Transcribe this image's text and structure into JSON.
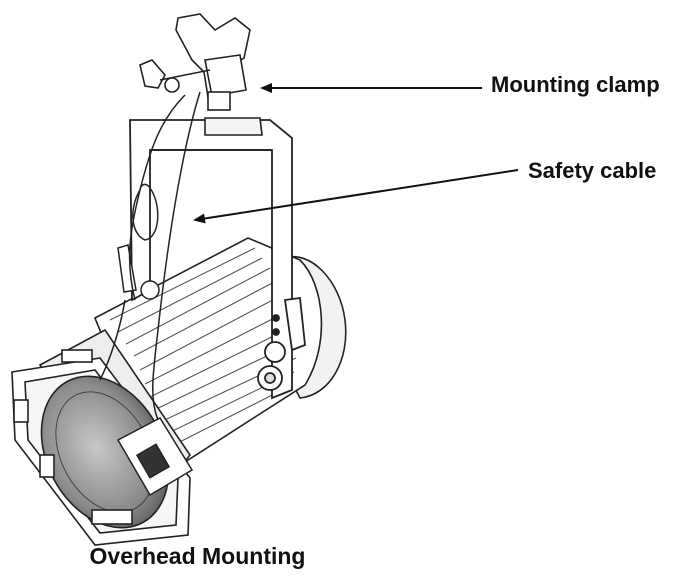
{
  "callouts": {
    "mounting_clamp": "Mounting clamp",
    "safety_cable": "Safety cable"
  },
  "caption": "Overhead Mounting",
  "colors": {
    "line": "#222222",
    "fill": "#ffffff",
    "shade": "#d9d9d9",
    "lens": "#9a9a9a"
  }
}
